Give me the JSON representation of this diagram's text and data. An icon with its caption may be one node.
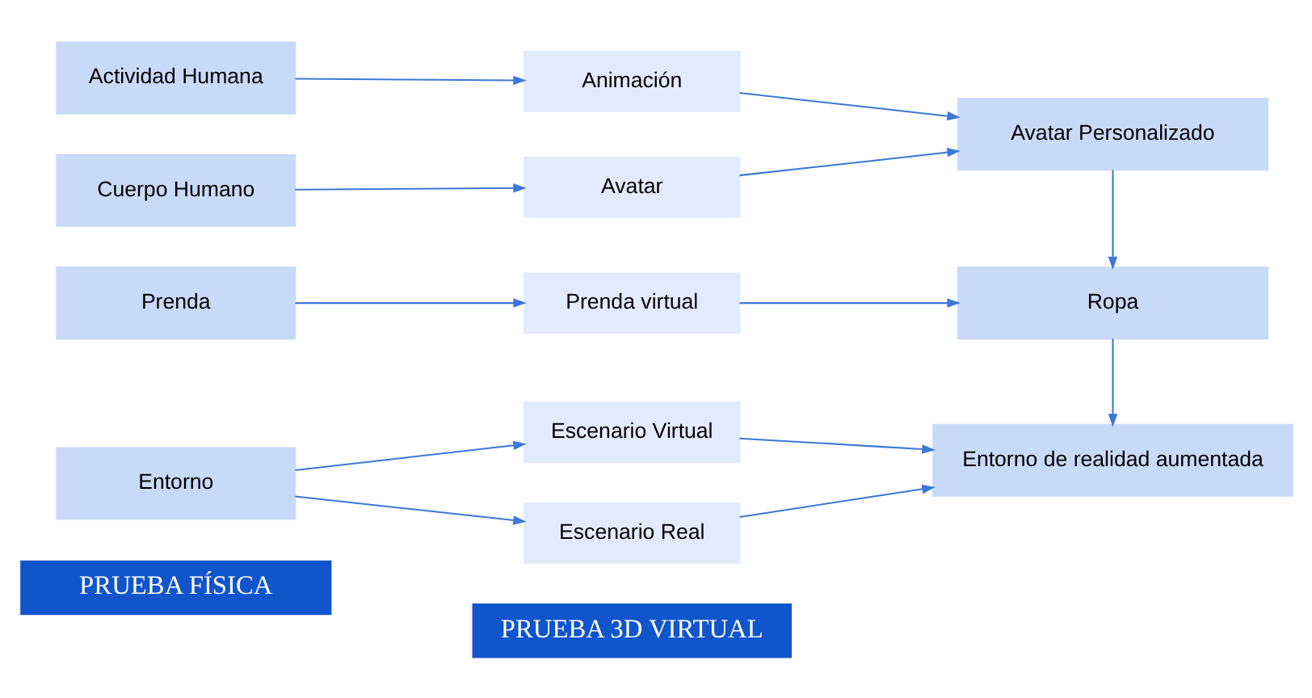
{
  "diagram": {
    "nodes": [
      {
        "text": [
          "PRUEBA FÍSICA"
        ]
      },
      {
        "text": [
          "PRUEBA 3D VIRTUAL"
        ]
      },
      {
        "text": [
          "Actividad Humana"
        ]
      },
      {
        "text": [
          "Animación"
        ]
      },
      {
        "text": [
          "Avatar Personalizado"
        ]
      },
      {
        "text": [
          "Cuerpo Humano"
        ]
      },
      {
        "text": [
          "Avatar"
        ]
      },
      {
        "text": [
          "Prenda"
        ]
      },
      {
        "text": [
          "Prenda virtual"
        ]
      },
      {
        "text": [
          "Ropa"
        ]
      },
      {
        "text": [
          "Entorno"
        ]
      },
      {
        "text": [
          "Escenario Virtual"
        ]
      },
      {
        "text": [
          "Escenario Real"
        ]
      },
      {
        "text": [
          "Entorno de realidad aumentada"
        ]
      }
    ],
    "edges": [
      {
        "from": 2,
        "to": 3,
        "arrow": "to"
      },
      {
        "from": 3,
        "to": 4,
        "arrow": "to"
      },
      {
        "from": 6,
        "to": 4,
        "arrow": "to"
      },
      {
        "from": 5,
        "to": 6,
        "arrow": "to"
      },
      {
        "from": 4,
        "to": 9,
        "arrow": "to"
      },
      {
        "from": 7,
        "to": 8,
        "arrow": "to"
      },
      {
        "from": 8,
        "to": 9,
        "arrow": "to"
      },
      {
        "from": 9,
        "to": 13,
        "arrow": "to"
      },
      {
        "from": 10,
        "to": 11,
        "arrow": "to"
      },
      {
        "from": 10,
        "to": 12,
        "arrow": "to"
      },
      {
        "from": 11,
        "to": 13,
        "arrow": "to"
      },
      {
        "from": 12,
        "to": 13,
        "arrow": "to"
      }
    ]
  }
}
